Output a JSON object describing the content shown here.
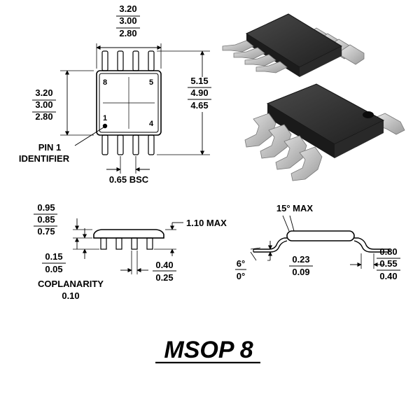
{
  "package_name": "MSOP 8",
  "top_view": {
    "width_dims": [
      "3.20",
      "3.00",
      "2.80"
    ],
    "left_dims": [
      "3.20",
      "3.00",
      "2.80"
    ],
    "right_dims": [
      "5.15",
      "4.90",
      "4.65"
    ],
    "pin_labels": {
      "p8": "8",
      "p5": "5",
      "p1": "1",
      "p4": "4"
    },
    "pin1_line1": "PIN 1",
    "pin1_line2": "IDENTIFIER",
    "pitch": "0.65 BSC"
  },
  "side_view": {
    "height_dims": [
      "0.95",
      "0.85",
      "0.75"
    ],
    "max_height": "1.10 MAX",
    "standoff_dims": [
      "0.15",
      "0.05"
    ],
    "coplanarity_label": "COPLANARITY",
    "coplanarity_value": "0.10",
    "lead_width_dims": [
      "0.40",
      "0.25"
    ]
  },
  "end_view": {
    "angle_max": "15° MAX",
    "foot_angle": [
      "6°",
      "0°"
    ],
    "lead_thickness_dims": [
      "0.23",
      "0.09"
    ],
    "foot_length_dims": [
      "0.80",
      "0.55",
      "0.40"
    ]
  },
  "colors": {
    "body": "#2d2d2d",
    "lead": "#c8c8c8",
    "line": "#000000"
  }
}
